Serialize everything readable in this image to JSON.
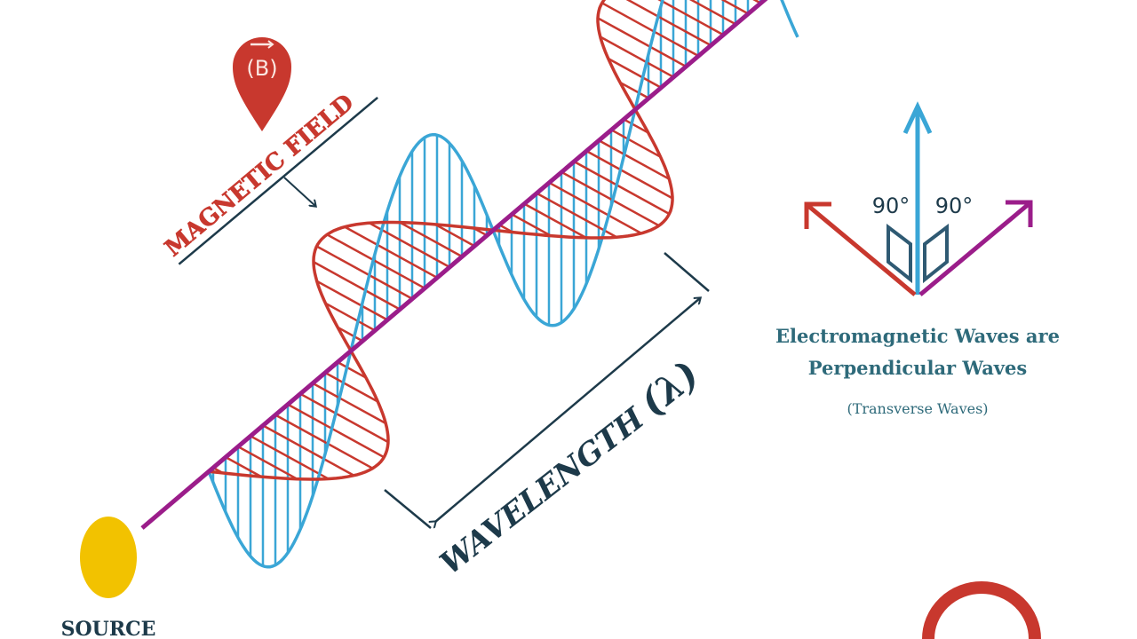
{
  "labels": {
    "magnetic_field": "MAGNETIC FIELD",
    "b_symbol": "(B)",
    "wavelength": "WAVELENGTH",
    "lambda": "(λ)",
    "source": "SOURCE",
    "angle_left": "90°",
    "angle_right": "90°",
    "caption_line1": "Electromagnetic Waves are",
    "caption_line2": "Perpendicular Waves",
    "caption_sub": "(Transverse Waves)"
  },
  "colors": {
    "electric": "#3aa6d6",
    "magnetic": "#c8382e",
    "axis": "#9b1d8a",
    "dark": "#1d3a4a",
    "caption": "#2e6a7a",
    "source": "#f2c200"
  }
}
